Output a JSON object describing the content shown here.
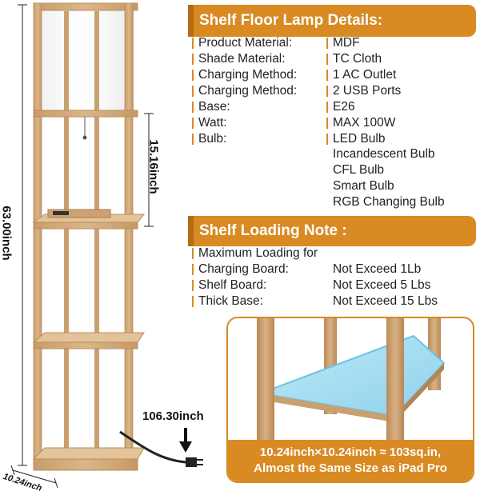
{
  "dimensions": {
    "height": "63.00inch",
    "shelf_gap": "15.16inch",
    "cord": "106.30inch",
    "base": "10.24inch"
  },
  "details": {
    "title": "Shelf Floor Lamp Details:",
    "rows": [
      {
        "label": "Product Material:",
        "value": "MDF"
      },
      {
        "label": "Shade Material:",
        "value": "TC Cloth"
      },
      {
        "label": "Charging Method:",
        "value": "1 AC Outlet"
      },
      {
        "label": "Charging Method:",
        "value": "2 USB Ports"
      },
      {
        "label": "Base:",
        "value": "E26"
      },
      {
        "label": "Watt:",
        "value": "MAX 100W"
      },
      {
        "label": "Bulb:",
        "value": "LED Bulb"
      }
    ],
    "bulb_more": [
      "Incandescent Bulb",
      "CFL Bulb",
      "Smart Bulb",
      "RGB Changing Bulb"
    ]
  },
  "note": {
    "title": "Shelf Loading Note :",
    "intro": "Maximum Loading for",
    "rows": [
      {
        "label": "Charging Board:",
        "value": "Not Exceed 1Lb"
      },
      {
        "label": "Shelf Board:",
        "value": "Not Exceed 5 Lbs"
      },
      {
        "label": "Thick Base:",
        "value": "Not Exceed 15 Lbs"
      }
    ]
  },
  "caption": {
    "line1": "10.24inch×10.24inch ≈ 103sq.in,",
    "line2": "Almost the Same Size as iPad Pro"
  },
  "colors": {
    "accent": "#d98a22",
    "wood": "#d2ab7c",
    "shade": "#f7f7f7"
  }
}
